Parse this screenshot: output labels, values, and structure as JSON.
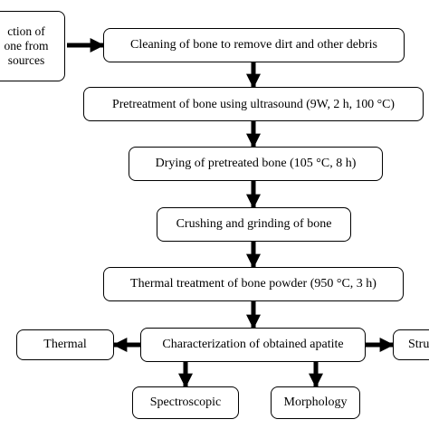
{
  "nodes": {
    "collection": {
      "lines": [
        "ction of",
        "one from",
        "sources"
      ]
    },
    "cleaning": "Cleaning of bone to remove dirt and other debris",
    "pretreatment": "Pretreatment of bone using ultrasound (9W, 2 h, 100 °C)",
    "drying": "Drying of pretreated bone (105 °C, 8 h)",
    "crushing": "Crushing and grinding of bone",
    "thermal_treatment": "Thermal treatment of bone powder (950 °C, 3 h)",
    "characterization": "Characterization of obtained apatite",
    "thermal": "Thermal",
    "structural": "Stru",
    "spectroscopic": "Spectroscopic",
    "morphology": "Morphology"
  },
  "colors": {
    "stroke": "#000000",
    "fill": "#ffffff"
  }
}
